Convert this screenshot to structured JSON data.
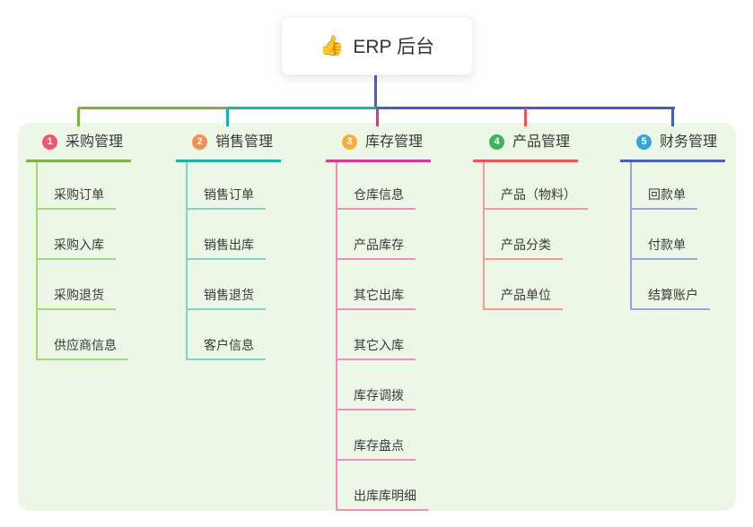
{
  "root": {
    "emoji": "👍",
    "emoji_icon_name": "thumbs-up-icon",
    "title": "ERP 后台"
  },
  "branches": [
    {
      "num": "1",
      "label": "采购管理",
      "color": "#7CB342",
      "light": "#A8D480",
      "badge": "#F2566E",
      "children": [
        "采购订单",
        "采购入库",
        "采购退货",
        "供应商信息"
      ]
    },
    {
      "num": "2",
      "label": "销售管理",
      "color": "#17B3A6",
      "light": "#7FD2CA",
      "badge": "#FB8C4E",
      "children": [
        "销售订单",
        "销售出库",
        "销售退货",
        "客户信息"
      ]
    },
    {
      "num": "3",
      "label": "库存管理",
      "color": "#DB3590",
      "light": "#F08CBB",
      "badge": "#F9AE3C",
      "children": [
        "仓库信息",
        "产品库存",
        "其它出库",
        "其它入库",
        "库存调拨",
        "库存盘点",
        "出库库明细"
      ]
    },
    {
      "num": "4",
      "label": "产品管理",
      "color": "#F05350",
      "light": "#F29B95",
      "badge": "#3CB45A",
      "children": [
        "产品（物料）",
        "产品分类",
        "产品单位"
      ]
    },
    {
      "num": "5",
      "label": "财务管理",
      "color": "#4161C1",
      "light": "#93A5DB",
      "badge": "#31A6DD",
      "children": [
        "回款单",
        "付款单",
        "结算账户"
      ]
    }
  ],
  "colors": {
    "canvas": "#FFFFFF",
    "band_background": "#ECF7E5",
    "root_connector": "#4A5FC6",
    "text": "#383838"
  }
}
